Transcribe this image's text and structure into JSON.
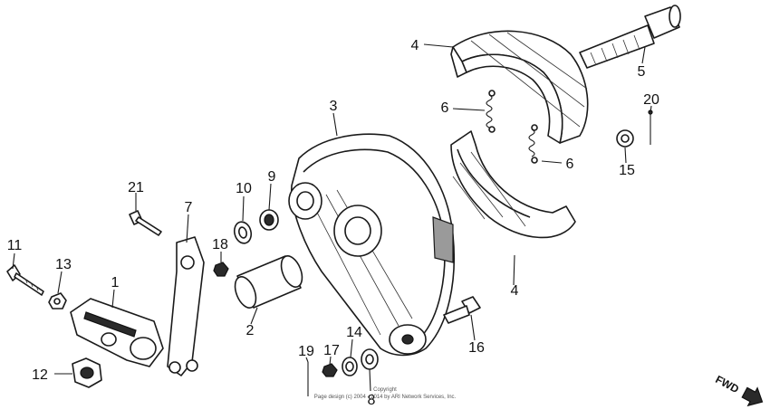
{
  "callouts": {
    "c1": "1",
    "c2": "2",
    "c3": "3",
    "c4a": "4",
    "c4b": "4",
    "c5": "5",
    "c6a": "6",
    "c6b": "6",
    "c7": "7",
    "c8": "8",
    "c9": "9",
    "c10": "10",
    "c11": "11",
    "c12": "12",
    "c13": "13",
    "c14": "14",
    "c15": "15",
    "c16": "16",
    "c17": "17",
    "c18": "18",
    "c19": "19",
    "c20": "20",
    "c21": "21"
  },
  "copyright": {
    "line1": "Copyright",
    "line2": "Page design (c) 2004 - 2014 by ARI Network Services, Inc."
  },
  "direction": {
    "label": "FWD"
  }
}
